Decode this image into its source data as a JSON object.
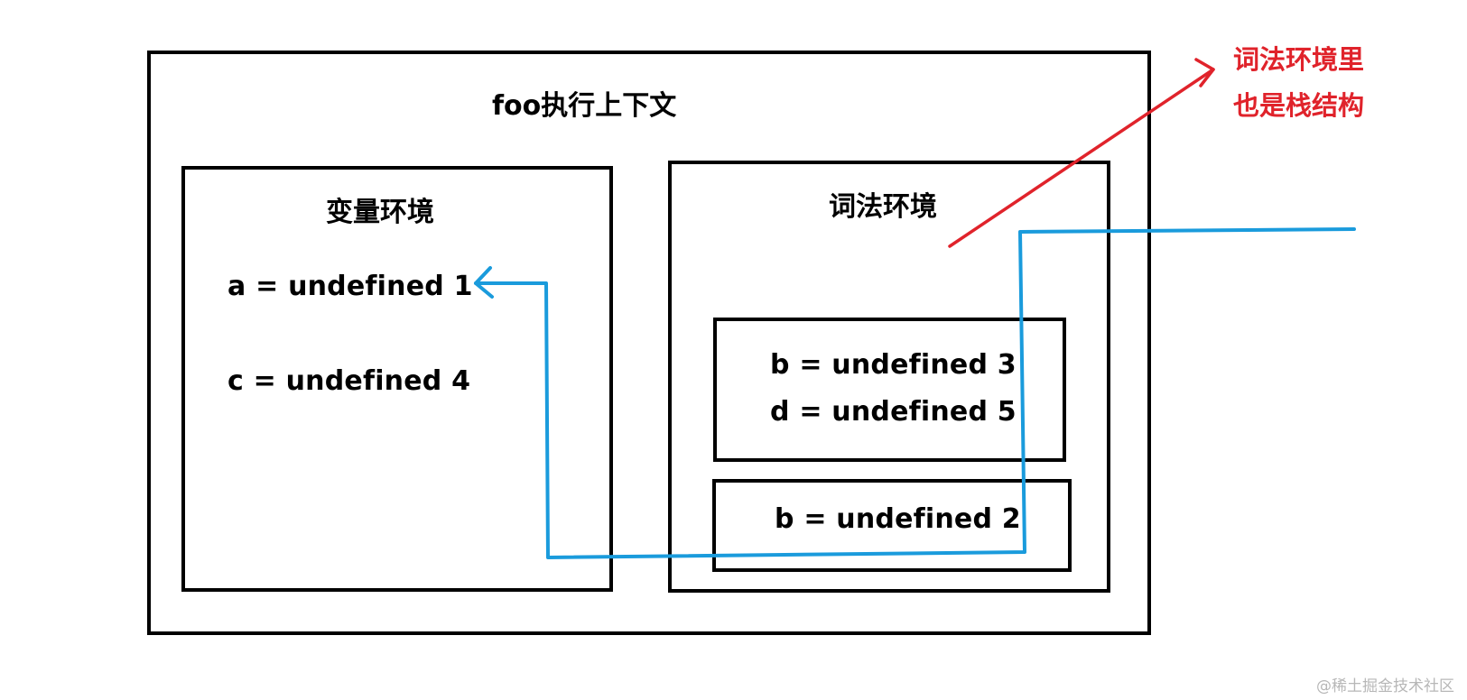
{
  "diagram": {
    "context_title": "foo执行上下文",
    "variable_env": {
      "title": "变量环境",
      "lines": [
        "a = undefined  1",
        "c = undefined  4"
      ]
    },
    "lexical_env": {
      "title": "词法环境",
      "upper_block": [
        "b = undefined  3",
        "d = undefined  5"
      ],
      "lower_block": [
        "b = undefined  2"
      ]
    },
    "annotation": {
      "line1": "词法环境里",
      "line2": "也是栈结构"
    },
    "watermark": "@稀土掘金技术社区"
  },
  "colors": {
    "box_border": "#000000",
    "blue_arrow": "#1a9bdc",
    "red_arrow": "#e0232b",
    "watermark": "#b7b7b7"
  }
}
